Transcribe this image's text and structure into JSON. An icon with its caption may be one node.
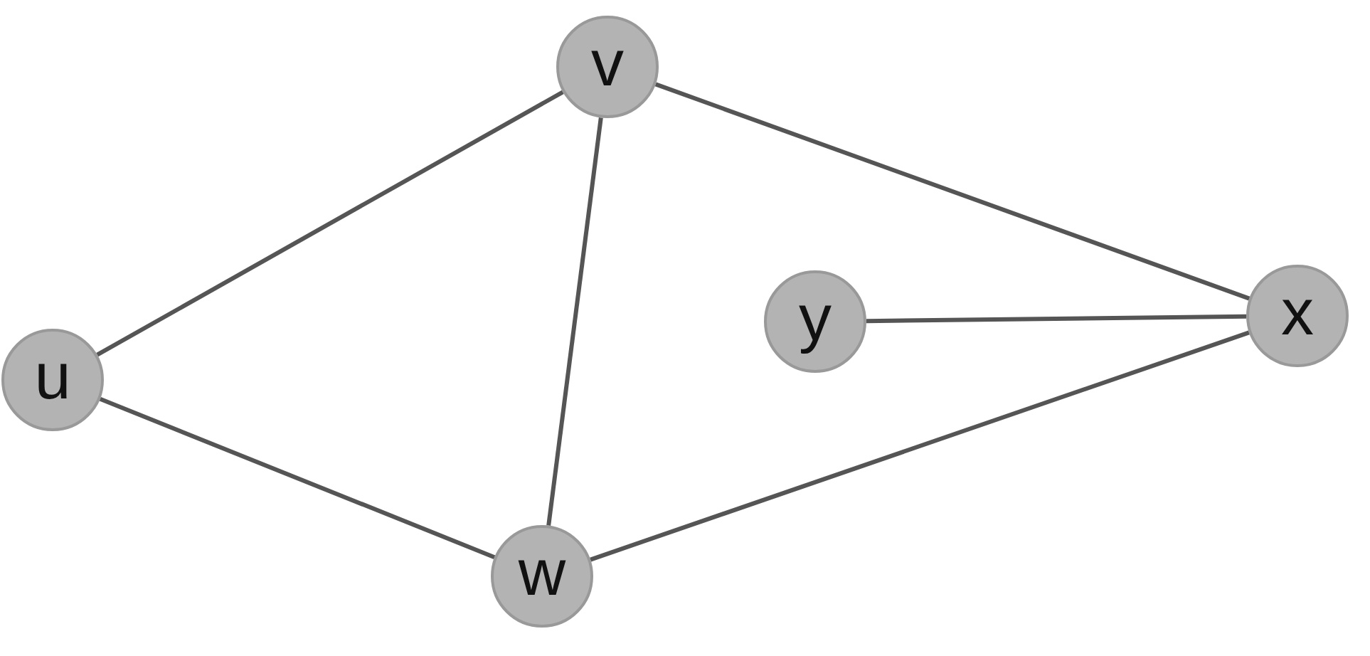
{
  "diagram": {
    "nodes": [
      {
        "text": [
          "v"
        ]
      },
      {
        "text": [
          "y"
        ]
      },
      {
        "text": [
          "x"
        ]
      },
      {
        "text": [
          "u"
        ]
      },
      {
        "text": [
          "w"
        ]
      }
    ],
    "edges": [
      {
        "from": 3,
        "to": 0,
        "arrow": "none"
      },
      {
        "from": 0,
        "to": 4,
        "arrow": "none"
      },
      {
        "from": 0,
        "to": 2,
        "arrow": "none"
      },
      {
        "from": 1,
        "to": 2,
        "arrow": "none"
      },
      {
        "from": 3,
        "to": 4,
        "arrow": "none"
      },
      {
        "from": 4,
        "to": 2,
        "arrow": "none"
      }
    ]
  }
}
